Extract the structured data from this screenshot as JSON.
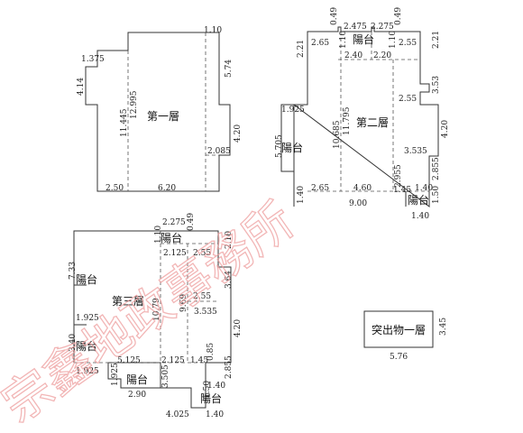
{
  "labels": {
    "floor1": "第一層",
    "floor2": "第二層",
    "floor3": "第三層",
    "balcony": "陽台",
    "roof": "突出物一層"
  },
  "watermark": "宗鑫地政事務所",
  "dims": {
    "f1_top": "1.10",
    "f1_left_a": "1.375",
    "f1_left_h": "4.14",
    "f1_v1": "11.445",
    "f1_v2": "12.995",
    "f1_right_h": "5.74",
    "f1_right_h2": "4.20",
    "f1_right_w": "2.085",
    "f1_bot_a": "2.50",
    "f1_bot_b": "6.20",
    "f2_t1": "0.49",
    "f2_t2": "2.475",
    "f2_t3": "2.275",
    "f2_t4": "0.49",
    "f2_t5": "1.10",
    "f2_t6": "1.10",
    "f2_a": "2.65",
    "f2_b": "2.40",
    "f2_c": "2.20",
    "f2_d": "2.55",
    "f2_e": "2.21",
    "f2_f": "2.21",
    "f2_g": "3.53",
    "f2_h": "2.55",
    "f2_left_a": "1.925",
    "f2_left_h": "5.705",
    "f2_v1": "10.685",
    "f2_v2": "11.795",
    "f2_right_h": "4.20",
    "f2_r1": "3.535",
    "f2_r2": "2.955",
    "f2_r3": "2.855",
    "f2_b1": "1.40",
    "f2_b2": "2.65",
    "f2_b3": "4.60",
    "f2_b4": "1.45",
    "f2_b5": "1.40",
    "f2_b6": "1.50",
    "f2_total": "9.00",
    "f2_bal_w": "1.40",
    "f3_t1": "2.275",
    "f3_t2": "1.10",
    "f3_t3": "0.49",
    "f3_t4": "2.125",
    "f3_t5": "2.55",
    "f3_t6": "2.10",
    "f3_left_h1": "7.33",
    "f3_v1": "10.79",
    "f3_v2": "9.69",
    "f3_r1": "3.64",
    "f3_r2": "2.55",
    "f3_r3": "3.535",
    "f3_r4": "4.20",
    "f3_left_a": "1.925",
    "f3_left_h2": "3.40",
    "f3_b1": "5.125",
    "f3_b2": "2.125",
    "f3_b3": "1.45",
    "f3_b4": "0.85",
    "f3_b5": "1.925",
    "f3_b6": "1.925",
    "f3_b7": "3.505",
    "f3_b8": "2.855",
    "f3_b9": "1.40",
    "f3_b10": "1.50",
    "f3_b11": "2.90",
    "f3_b12": "4.025",
    "f3_b13": "1.40",
    "roof_w": "5.76",
    "roof_h": "3.45"
  }
}
